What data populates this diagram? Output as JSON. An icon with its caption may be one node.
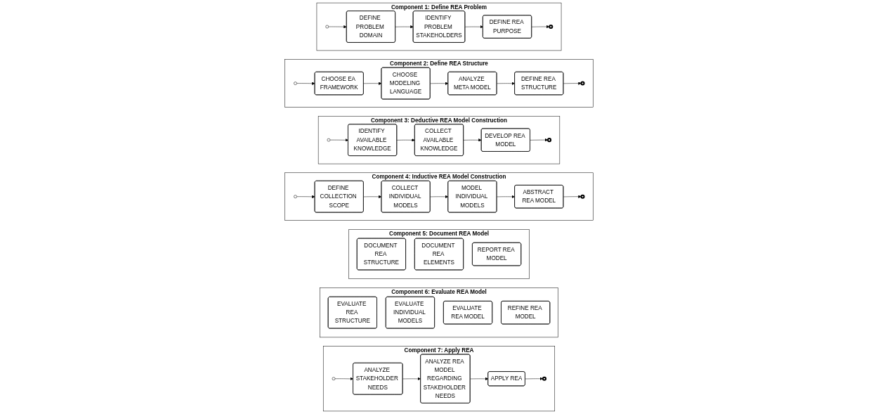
{
  "diagram": {
    "nodes": [
      {
        "text": [
          "Component 1: Define REA Problem"
        ]
      },
      {
        "text": [],
        "shape": "circle",
        "in": 0
      },
      {
        "text": [
          "DEFINE PROBLEM DOMAIN"
        ],
        "in": 0
      },
      {
        "text": [
          "IDENTIFY PROBLEM STAKEHOLDERS"
        ],
        "in": 0
      },
      {
        "text": [
          "DEFINE REA PURPOSE"
        ],
        "in": 0
      },
      {
        "text": [],
        "shape": "circle",
        "in": 0
      },
      {
        "text": [
          "Component 2: Define REA Structure"
        ]
      },
      {
        "text": [],
        "shape": "circle",
        "in": 6
      },
      {
        "text": [
          "CHOOSE EA FRAMEWORK"
        ],
        "in": 6
      },
      {
        "text": [
          "CHOOSE MODELING LANGUAGE"
        ],
        "in": 6
      },
      {
        "text": [
          "ANALYZE META MODEL"
        ],
        "in": 6
      },
      {
        "text": [
          "DEFINE REA STRUCTURE"
        ],
        "in": 6
      },
      {
        "text": [],
        "shape": "circle",
        "in": 6
      },
      {
        "text": [
          "Component 3: Deductive REA Model Construction"
        ]
      },
      {
        "text": [],
        "shape": "circle",
        "in": 13
      },
      {
        "text": [
          "IDENTIFY AVAILABLE KNOWLEDGE"
        ],
        "in": 13
      },
      {
        "text": [
          "COLLECT AVAILABLE KNOWLEDGE"
        ],
        "in": 13
      },
      {
        "text": [
          "DEVELOP REA MODEL"
        ],
        "in": 13
      },
      {
        "text": [],
        "shape": "circle",
        "in": 13
      },
      {
        "text": [
          "Component 4: Inductive REA Model Construction"
        ]
      },
      {
        "text": [],
        "shape": "circle",
        "in": 19
      },
      {
        "text": [
          "DEFINE COLLECTION SCOPE"
        ],
        "in": 19
      },
      {
        "text": [
          "COLLECT INDIVIDUAL MODELS"
        ],
        "in": 19
      },
      {
        "text": [
          "MODEL INDIVIDUAL MODELS"
        ],
        "in": 19
      },
      {
        "text": [
          "ABSTRACT REA MODEL"
        ],
        "in": 19
      },
      {
        "text": [],
        "shape": "circle",
        "in": 19
      },
      {
        "text": [
          "Component 5: Document REA Model"
        ]
      },
      {
        "text": [
          "DOCUMENT REA STRUCTURE"
        ],
        "in": 26
      },
      {
        "text": [
          "DOCUMENT REA ELEMENTS"
        ],
        "in": 26
      },
      {
        "text": [
          "REPORT REA MODEL"
        ],
        "in": 26
      },
      {
        "text": [
          "Component 6: Evaluate REA Model"
        ]
      },
      {
        "text": [
          "EVALUATE REA STRUCTURE"
        ],
        "in": 30
      },
      {
        "text": [
          "EVALUATE INDIVIDUAL MODELS"
        ],
        "in": 30
      },
      {
        "text": [
          "EVALUATE REA MODEL"
        ],
        "in": 30
      },
      {
        "text": [
          "REFINE REA MODEL"
        ],
        "in": 30
      },
      {
        "text": [
          "Component 7: Apply REA"
        ]
      },
      {
        "text": [],
        "shape": "circle",
        "in": 35
      },
      {
        "text": [
          "ANALYZE STAKEHOLDER NEEDS"
        ],
        "in": 35
      },
      {
        "text": [
          "ANALYZE REA MODEL REGARDING STAKEHOLDER NEEDS"
        ],
        "in": 35
      },
      {
        "text": [
          "APPLY REA"
        ],
        "in": 35
      },
      {
        "text": [],
        "shape": "circle",
        "in": 35
      }
    ],
    "edges": [
      {
        "from": 1,
        "to": 2,
        "arrow": "to"
      },
      {
        "from": 2,
        "to": 3,
        "arrow": "to"
      },
      {
        "from": 3,
        "to": 4,
        "arrow": "to"
      },
      {
        "from": 4,
        "to": 5,
        "arrow": "to"
      },
      {
        "from": 7,
        "to": 8,
        "arrow": "to"
      },
      {
        "from": 8,
        "to": 9,
        "arrow": "to"
      },
      {
        "from": 9,
        "to": 10,
        "arrow": "to"
      },
      {
        "from": 10,
        "to": 11,
        "arrow": "to"
      },
      {
        "from": 11,
        "to": 12,
        "arrow": "to"
      },
      {
        "from": 14,
        "to": 15,
        "arrow": "to"
      },
      {
        "from": 15,
        "to": 16,
        "arrow": "to"
      },
      {
        "from": 16,
        "to": 17,
        "arrow": "to"
      },
      {
        "from": 17,
        "to": 18,
        "arrow": "to"
      },
      {
        "from": 20,
        "to": 21,
        "arrow": "to"
      },
      {
        "from": 21,
        "to": 22,
        "arrow": "to"
      },
      {
        "from": 22,
        "to": 23,
        "arrow": "to"
      },
      {
        "from": 23,
        "to": 24,
        "arrow": "to"
      },
      {
        "from": 24,
        "to": 25,
        "arrow": "to"
      },
      {
        "from": 36,
        "to": 37,
        "arrow": "to"
      },
      {
        "from": 37,
        "to": 38,
        "arrow": "to"
      },
      {
        "from": 38,
        "to": 39,
        "arrow": "to"
      },
      {
        "from": 39,
        "to": 40,
        "arrow": "to"
      }
    ]
  }
}
